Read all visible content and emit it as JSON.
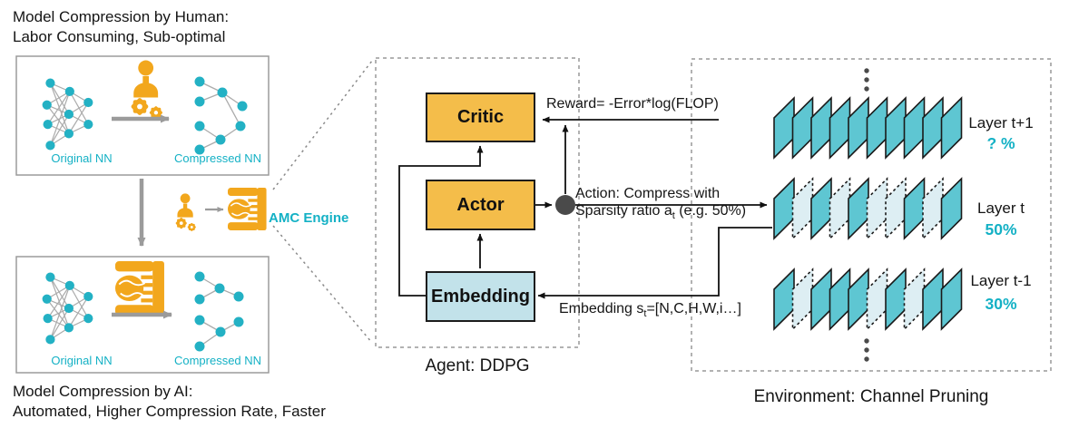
{
  "colors": {
    "teal_text": "#14b1c5",
    "plane_solid": "#5ec6d2",
    "plane_pruned": "#ddeef3",
    "icon_orange": "#f2a71d",
    "agent_box_orange": "#f4bd4a",
    "embedding_blue": "#c2e2ea",
    "line_black": "#111111",
    "gray_arrow": "#9b9b9b"
  },
  "left_panel_human": {
    "title_line1": "Model Compression by Human:",
    "title_line2": "Labor Consuming, Sub-optimal",
    "original_nn_label": "Original NN",
    "compressed_nn_label": "Compressed NN"
  },
  "left_panel_ai": {
    "caption_line1": "Model Compression by AI:",
    "caption_line2": "Automated, Higher Compression Rate, Faster",
    "original_nn_label": "Original NN",
    "compressed_nn_label": "Compressed NN"
  },
  "amc_engine": {
    "label": "AMC Engine"
  },
  "agent": {
    "caption": "Agent: DDPG",
    "critic_label": "Critic",
    "actor_label": "Actor",
    "embedding_label": "Embedding",
    "reward_annotation": "Reward= -Error*log(FLOP)",
    "action_annotation_line1": "Action: Compress with",
    "action_annotation_line2_pre": "Sparsity ratio a",
    "action_annotation_sub": "t",
    "action_annotation_line2_post": " (e.g. 50%)",
    "state_annotation_pre": "Embedding s",
    "state_annotation_sub": "t",
    "state_annotation_post": "=[N,C,H,W,i…]"
  },
  "environment": {
    "caption": "Environment: Channel Pruning",
    "layers": [
      {
        "label": "Layer t+1",
        "ratio": "? %",
        "pattern": [
          1,
          1,
          1,
          1,
          1,
          1,
          1,
          1,
          1,
          1
        ]
      },
      {
        "label": "Layer t",
        "ratio": "50%",
        "pattern": [
          1,
          0,
          1,
          0,
          1,
          0,
          0,
          1,
          0,
          1
        ]
      },
      {
        "label": "Layer t-1",
        "ratio": "30%",
        "pattern": [
          1,
          0,
          1,
          1,
          1,
          0,
          1,
          0,
          1,
          1
        ]
      }
    ]
  }
}
